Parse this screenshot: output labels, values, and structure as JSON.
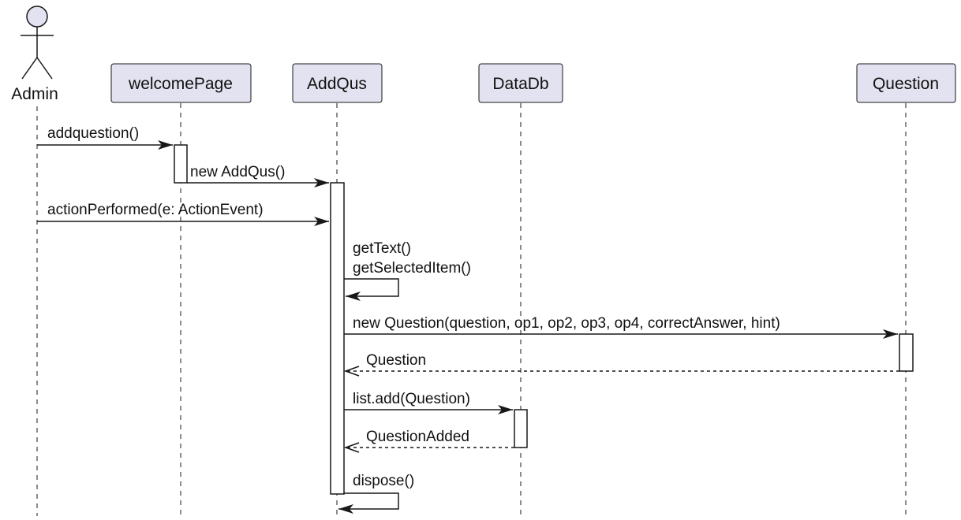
{
  "participants": [
    {
      "id": "admin",
      "label": "Admin",
      "kind": "actor"
    },
    {
      "id": "welcomePage",
      "label": "welcomePage",
      "kind": "box"
    },
    {
      "id": "addQus",
      "label": "AddQus",
      "kind": "box"
    },
    {
      "id": "dataDb",
      "label": "DataDb",
      "kind": "box"
    },
    {
      "id": "question",
      "label": "Question",
      "kind": "box"
    }
  ],
  "messages": [
    {
      "from": "admin",
      "to": "welcomePage",
      "label": "addquestion()",
      "type": "sync"
    },
    {
      "from": "welcomePage",
      "to": "addQus",
      "label": "new AddQus()",
      "type": "sync"
    },
    {
      "from": "admin",
      "to": "addQus",
      "label": "actionPerformed(e: ActionEvent)",
      "type": "sync"
    },
    {
      "from": "addQus",
      "to": "addQus",
      "label": "getText()\ngetSelectedItem()",
      "type": "self"
    },
    {
      "from": "addQus",
      "to": "question",
      "label": "new Question(question, op1, op2, op3, op4, correctAnswer, hint)",
      "type": "sync"
    },
    {
      "from": "question",
      "to": "addQus",
      "label": "Question",
      "type": "return"
    },
    {
      "from": "addQus",
      "to": "dataDb",
      "label": "list.add(Question)",
      "type": "sync"
    },
    {
      "from": "dataDb",
      "to": "addQus",
      "label": "QuestionAdded",
      "type": "return"
    },
    {
      "from": "addQus",
      "to": "addQus",
      "label": "dispose()",
      "type": "self"
    }
  ],
  "colors": {
    "participant_fill": "#E2E2F0",
    "line": "#181818"
  }
}
